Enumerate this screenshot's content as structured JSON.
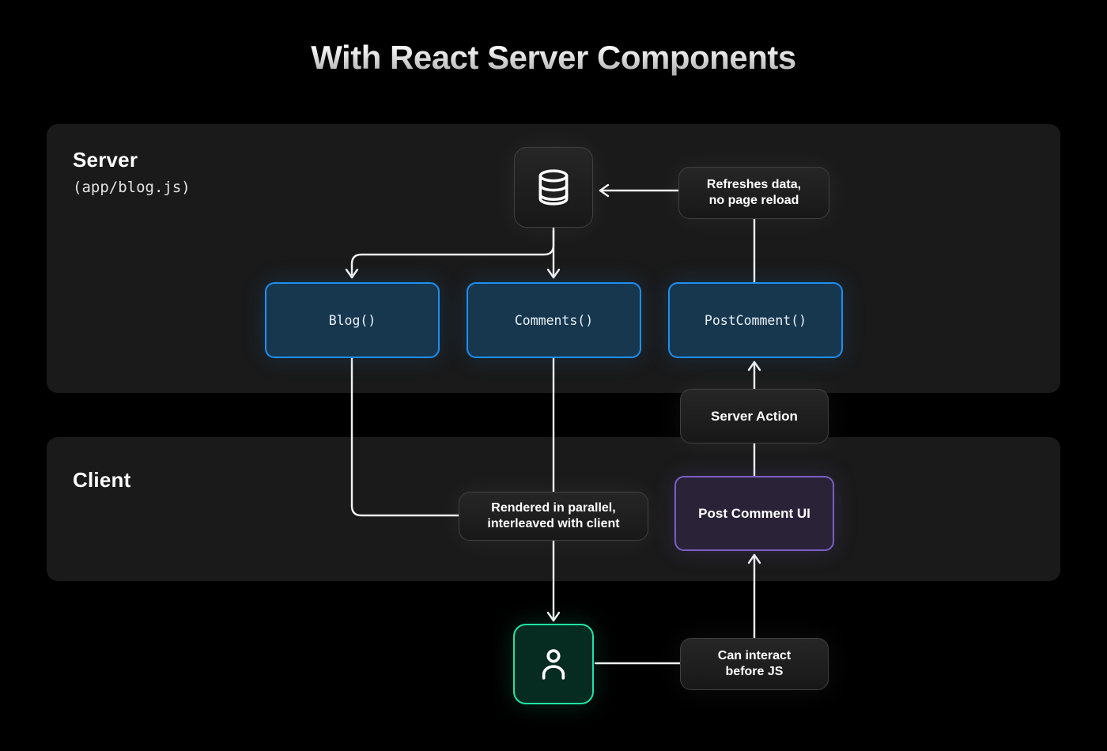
{
  "title": "With React Server Components",
  "panels": {
    "server": {
      "label": "Server",
      "sublabel": "(app/blog.js)"
    },
    "client": {
      "label": "Client"
    }
  },
  "nodes": {
    "database": {
      "icon": "database-icon"
    },
    "blog": {
      "label": "Blog()"
    },
    "comments": {
      "label": "Comments()"
    },
    "post_comment": {
      "label": "PostComment()"
    },
    "server_action": {
      "label": "Server Action"
    },
    "post_comment_ui": {
      "label": "Post Comment UI"
    },
    "user": {
      "icon": "user-icon"
    }
  },
  "callouts": {
    "refreshes": {
      "line1": "Refreshes data,",
      "line2": "no page reload"
    },
    "rendered": {
      "line1": "Rendered in parallel,",
      "line2": "interleaved with client"
    },
    "can_interact": {
      "line1": "Can interact",
      "line2": "before JS"
    }
  },
  "colors": {
    "page_bg": "#000000",
    "panel_bg": "#1a1a1a",
    "accent_blue": "#1f8ef0",
    "blue_fill": "#17374f",
    "accent_purple": "#7b5fc5",
    "purple_fill": "#2a2237",
    "accent_green": "#1fe3a6",
    "green_fill": "#062b20",
    "line": "#f2f2f2",
    "text": "#ffffff"
  }
}
